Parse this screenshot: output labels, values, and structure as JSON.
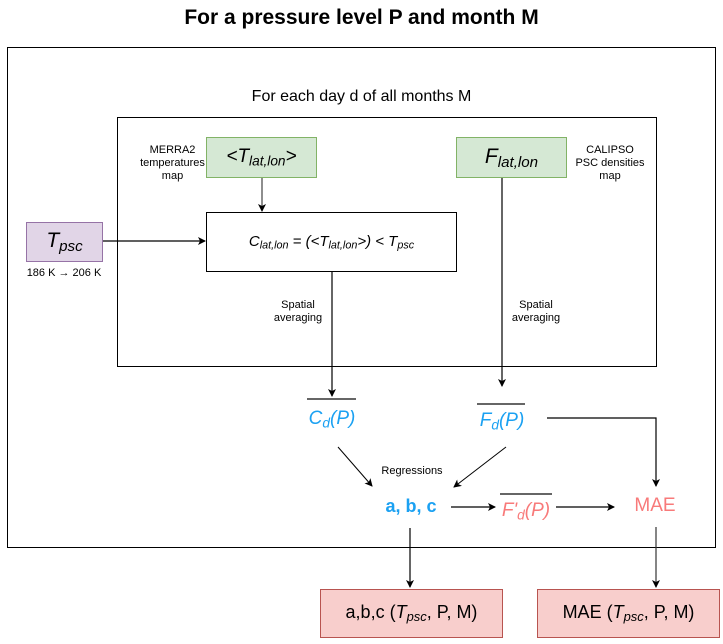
{
  "title": "For a pressure level P and month M",
  "outer_loop_label": "For each day d of all months M",
  "nodes": {
    "t_latlon": {
      "prefix": "<T",
      "sub": "lat,lon",
      "suffix": ">"
    },
    "t_latlon_note": [
      "MERRA2",
      "temperatures",
      "map"
    ],
    "f_latlon": {
      "main": "F",
      "sub": "lat,lon"
    },
    "f_latlon_note": [
      "CALIPSO",
      "PSC densities",
      "map"
    ],
    "t_psc": {
      "main": "T",
      "sub": "psc"
    },
    "t_psc_range": "186 K → 206 K",
    "c_formula": {
      "c": "C",
      "c_sub": "lat,lon",
      "mid": " = (<T",
      "t_sub": "lat,lon",
      "end": ">) < T",
      "psc_sub": "psc"
    },
    "spatial_avg_1": [
      "Spatial",
      "averaging"
    ],
    "spatial_avg_2": [
      "Spatial",
      "averaging"
    ],
    "cd": {
      "main": "C",
      "sub": "d",
      "suffix": "(P)"
    },
    "fd": {
      "main": "F",
      "sub": "d",
      "suffix": "(P)"
    },
    "regressions_label": "Regressions",
    "abc": "a, b, c",
    "fprime": {
      "main": "F'",
      "sub": "d",
      "suffix": "(P)"
    },
    "mae": "MAE",
    "out_abc": {
      "prefix": "a,b,c (",
      "t": "T",
      "t_sub": "psc",
      "suffix": ", P, M)"
    },
    "out_mae": {
      "prefix": "MAE (",
      "t": "T",
      "t_sub": "psc",
      "suffix": ", P, M)"
    }
  },
  "colors": {
    "input_green": "#d5e8d4",
    "param_purple": "#e1d5e7",
    "output_red": "#f8cecc",
    "derived_blue": "#1ba1f2",
    "error_pink": "#f87a7a"
  }
}
